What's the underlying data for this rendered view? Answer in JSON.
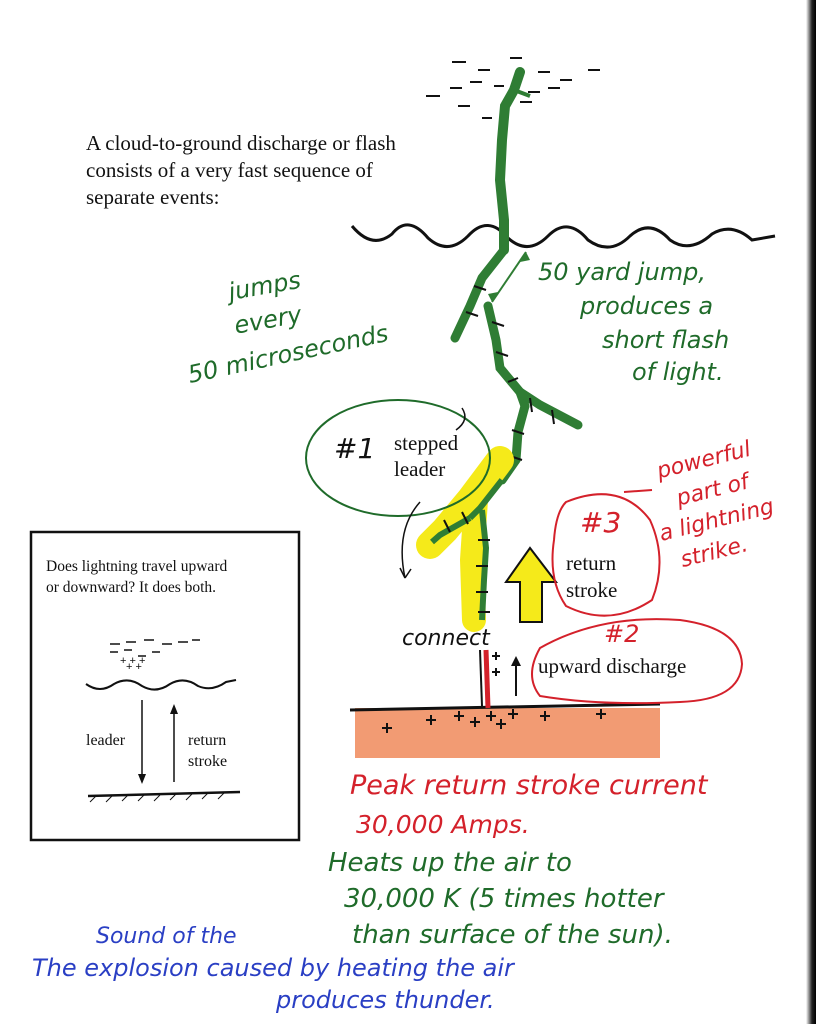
{
  "intro": {
    "line1": "A cloud-to-ground discharge or flash",
    "line2": "consists of a very fast sequence of",
    "line3": "separate events:"
  },
  "notes": {
    "jumps_1": "jumps",
    "jumps_2": "every",
    "jumps_3": "50 microseconds",
    "jump_1": "50 yard jump,",
    "jump_2": "produces a",
    "jump_3": "short flash",
    "jump_4": "of light."
  },
  "labels": {
    "num1": "#1",
    "stepped_1": "stepped",
    "stepped_2": "leader",
    "num3": "#3",
    "return_1": "return",
    "return_2": "stroke",
    "powerful_1": "powerful",
    "powerful_2": "part of",
    "powerful_3": "a lightning",
    "powerful_4": "strike.",
    "connect": "connect",
    "num2": "#2",
    "upward": "upward discharge"
  },
  "inset": {
    "q1": "Does lightning travel upward",
    "q2": "or downward?  It does both.",
    "leader": "leader",
    "return_1": "return",
    "return_2": "stroke"
  },
  "facts": {
    "peak_1": "Peak return stroke current",
    "peak_2": "30,000 Amps.",
    "heat_1": "Heats up the air to",
    "heat_2": "30,000 K  (5 times hotter",
    "heat_3": "than surface of the sun).",
    "sound_1": "Sound of the",
    "sound_2": "The  explosion  caused by heating the air",
    "sound_3": "produces  thunder."
  },
  "colors": {
    "green_ink": "#1f6b2a",
    "red_ink": "#d4212b",
    "blue_ink": "#2a3fc4",
    "highlight_yellow": "#f5ea1a",
    "ground_orange": "#f08a5a"
  }
}
